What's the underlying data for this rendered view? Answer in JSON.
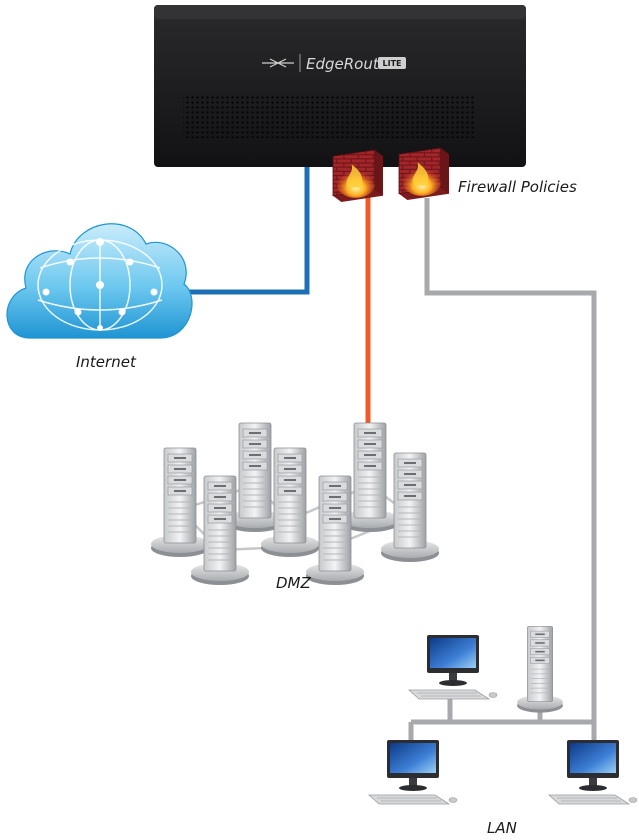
{
  "router": {
    "brand_edge": "Edge",
    "brand_router": "Router",
    "brand_badge": "LITE"
  },
  "labels": {
    "internet": "Internet",
    "firewall": "Firewall Policies",
    "dmz": "DMZ",
    "lan": "LAN"
  },
  "colors": {
    "wan_link": "#1f6fb5",
    "dmz_link": "#f05a28",
    "lan_link": "#a7a9ac",
    "router_body": "#1d1d1f",
    "firewall_brick": "#a3262a"
  },
  "icons": {
    "router": "router-device-icon",
    "cloud": "cloud-globe-icon",
    "firewall": "brick-wall-fire-icon",
    "server": "tower-server-icon",
    "workstation": "desktop-monitor-icon"
  }
}
